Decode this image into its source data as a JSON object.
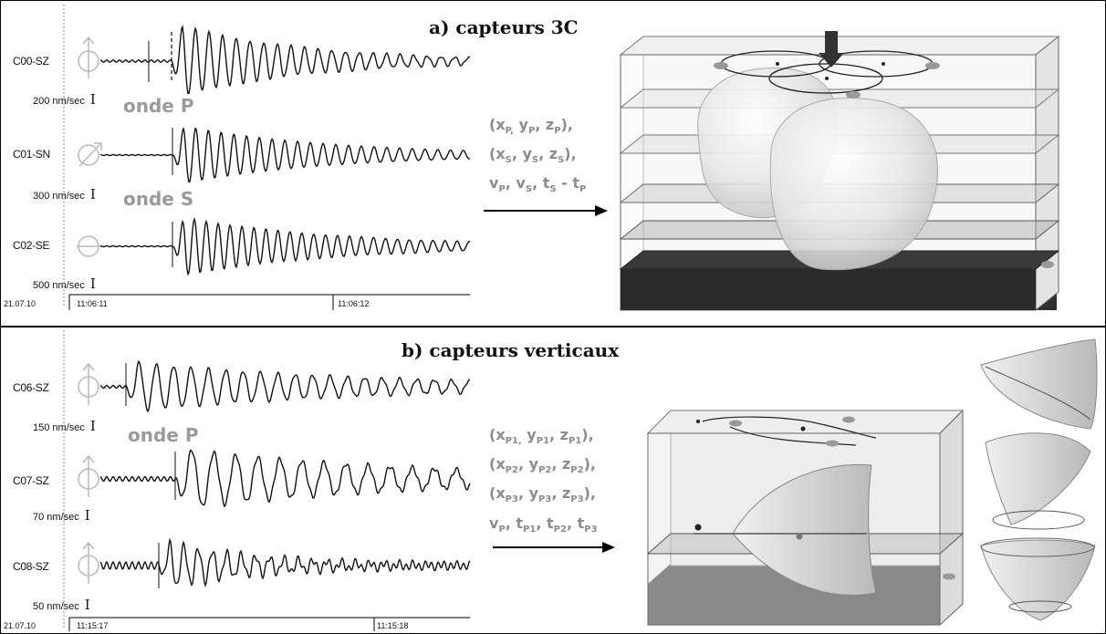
{
  "panel_a": {
    "title": "a) capteurs 3C",
    "channels": [
      {
        "label": "C00-SZ",
        "scale": "200 nm/sec",
        "scale_bar": "I"
      },
      {
        "label": "C01-SN",
        "scale": "300 nm/sec",
        "scale_bar": "I"
      },
      {
        "label": "C02-SE",
        "scale": "500 nm/sec",
        "scale_bar": "I"
      }
    ],
    "wave_labels": {
      "p": "onde P",
      "s": "onde S"
    },
    "date": "21.07.10",
    "times": [
      "11:06:11",
      "11:06:12"
    ],
    "params_lines": [
      [
        "(x",
        "P,",
        " y",
        "P",
        ", z",
        "P",
        "),"
      ],
      [
        "(x",
        "S",
        ", y",
        "S",
        ", z",
        "S",
        "),"
      ],
      [
        "v",
        "P",
        ", v",
        "S",
        ", t",
        "S",
        " - t",
        "P",
        ""
      ]
    ]
  },
  "panel_b": {
    "title": "b) capteurs verticaux",
    "channels": [
      {
        "label": "C06-SZ",
        "scale": "150 nm/sec",
        "scale_bar": "I"
      },
      {
        "label": "C07-SZ",
        "scale": "70 nm/sec",
        "scale_bar": "I"
      },
      {
        "label": "C08-SZ",
        "scale": "50 nm/sec",
        "scale_bar": "I"
      }
    ],
    "wave_labels": {
      "p": "onde P"
    },
    "date": "21.07.10",
    "times": [
      "11:15:17",
      "11:15:18"
    ],
    "params_lines": [
      [
        "(x",
        "P1,",
        " y",
        "P1",
        ", z",
        "P1",
        "),"
      ],
      [
        "(x",
        "P2",
        ", y",
        "P2",
        ", z",
        "P2",
        "),"
      ],
      [
        "(x",
        "P3",
        ", y",
        "P3",
        ", z",
        "P3",
        "),"
      ],
      [
        "v",
        "P",
        ", t",
        "P1",
        ", t",
        "P2",
        ", t",
        "P3",
        ""
      ]
    ]
  }
}
